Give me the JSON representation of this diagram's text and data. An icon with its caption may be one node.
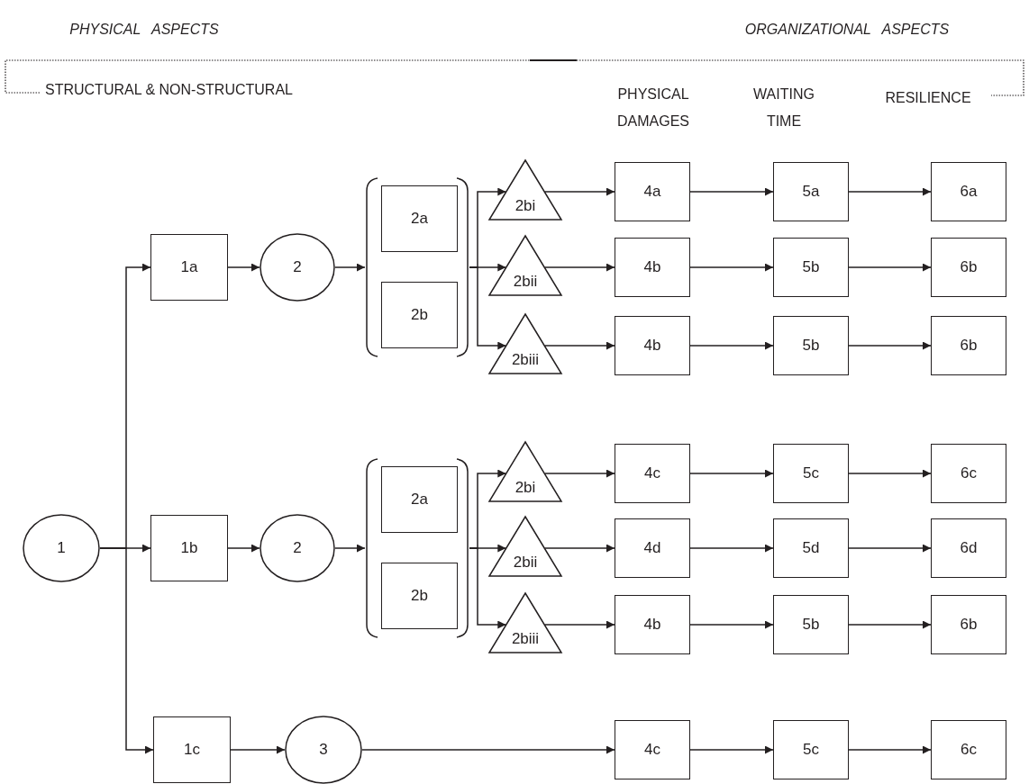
{
  "diagram": {
    "nodes": [
      {
        "text": [
          "1"
        ]
      },
      {
        "text": [
          "1a"
        ]
      },
      {
        "text": [
          "2"
        ]
      },
      {
        "text": [],
        "shape": "bracket"
      },
      {
        "text": [
          "2a"
        ],
        "in": 3
      },
      {
        "text": [
          "2b"
        ],
        "in": 3
      },
      {
        "text": [
          "2bi"
        ]
      },
      {
        "text": [
          "2bii"
        ]
      },
      {
        "text": [
          "2biii"
        ]
      },
      {
        "text": [
          "4a"
        ]
      },
      {
        "text": [
          "5a"
        ]
      },
      {
        "text": [
          "6a"
        ]
      },
      {
        "text": [
          "4b"
        ]
      },
      {
        "text": [
          "5b"
        ]
      },
      {
        "text": [
          "6b"
        ]
      },
      {
        "text": [
          "4b"
        ]
      },
      {
        "text": [
          "5b"
        ]
      },
      {
        "text": [
          "6b"
        ]
      },
      {
        "text": [
          "1b"
        ]
      },
      {
        "text": [
          "2"
        ]
      },
      {
        "text": [],
        "shape": "bracket"
      },
      {
        "text": [
          "2a"
        ],
        "in": 20
      },
      {
        "text": [
          "2b"
        ],
        "in": 20
      },
      {
        "text": [
          "2bi"
        ]
      },
      {
        "text": [
          "2bii"
        ]
      },
      {
        "text": [
          "2biii"
        ]
      },
      {
        "text": [
          "4c"
        ]
      },
      {
        "text": [
          "5c"
        ]
      },
      {
        "text": [
          "6c"
        ]
      },
      {
        "text": [
          "4d"
        ]
      },
      {
        "text": [
          "5d"
        ]
      },
      {
        "text": [
          "6d"
        ]
      },
      {
        "text": [
          "4b"
        ]
      },
      {
        "text": [
          "5b"
        ]
      },
      {
        "text": [
          "6b"
        ]
      },
      {
        "text": [
          "1c"
        ]
      },
      {
        "text": [
          "3"
        ]
      },
      {
        "text": [
          "4c"
        ]
      },
      {
        "text": [
          "5c"
        ]
      },
      {
        "text": [
          "6c"
        ]
      }
    ],
    "edges": [
      {
        "from": 0,
        "to": 1,
        "arrow": "to"
      },
      {
        "from": 0,
        "to": 18,
        "arrow": "to"
      },
      {
        "from": 0,
        "to": 35,
        "arrow": "to"
      },
      {
        "from": 1,
        "to": 2,
        "arrow": "to"
      },
      {
        "from": 2,
        "to": 3,
        "arrow": "to"
      },
      {
        "from": 3,
        "to": 6,
        "arrow": "to"
      },
      {
        "from": 3,
        "to": 7,
        "arrow": "to"
      },
      {
        "from": 3,
        "to": 8,
        "arrow": "to"
      },
      {
        "from": 6,
        "to": 9,
        "arrow": "to"
      },
      {
        "from": 9,
        "to": 10,
        "arrow": "to"
      },
      {
        "from": 10,
        "to": 11,
        "arrow": "to"
      },
      {
        "from": 7,
        "to": 12,
        "arrow": "to"
      },
      {
        "from": 12,
        "to": 13,
        "arrow": "to"
      },
      {
        "from": 13,
        "to": 14,
        "arrow": "to"
      },
      {
        "from": 8,
        "to": 15,
        "arrow": "to"
      },
      {
        "from": 15,
        "to": 16,
        "arrow": "to"
      },
      {
        "from": 16,
        "to": 17,
        "arrow": "to"
      },
      {
        "from": 18,
        "to": 19,
        "arrow": "to"
      },
      {
        "from": 19,
        "to": 20,
        "arrow": "to"
      },
      {
        "from": 20,
        "to": 23,
        "arrow": "to"
      },
      {
        "from": 20,
        "to": 24,
        "arrow": "to"
      },
      {
        "from": 20,
        "to": 25,
        "arrow": "to"
      },
      {
        "from": 23,
        "to": 26,
        "arrow": "to"
      },
      {
        "from": 26,
        "to": 27,
        "arrow": "to"
      },
      {
        "from": 27,
        "to": 28,
        "arrow": "to"
      },
      {
        "from": 24,
        "to": 29,
        "arrow": "to"
      },
      {
        "from": 29,
        "to": 30,
        "arrow": "to"
      },
      {
        "from": 30,
        "to": 31,
        "arrow": "to"
      },
      {
        "from": 25,
        "to": 32,
        "arrow": "to"
      },
      {
        "from": 32,
        "to": 33,
        "arrow": "to"
      },
      {
        "from": 33,
        "to": 34,
        "arrow": "to"
      },
      {
        "from": 35,
        "to": 36,
        "arrow": "to"
      },
      {
        "from": 36,
        "to": 37,
        "arrow": "to"
      },
      {
        "from": 37,
        "to": 38,
        "arrow": "to"
      },
      {
        "from": 38,
        "to": 39,
        "arrow": "to"
      }
    ],
    "labels": [
      "PHYSICAL ASPECTS",
      "ORGANIZATIONAL ASPECTS",
      "STRUCTURAL & NON-STRUCTURAL",
      "PHYSICAL DAMAGES",
      "WAITING TIME",
      "RESILIENCE"
    ]
  }
}
